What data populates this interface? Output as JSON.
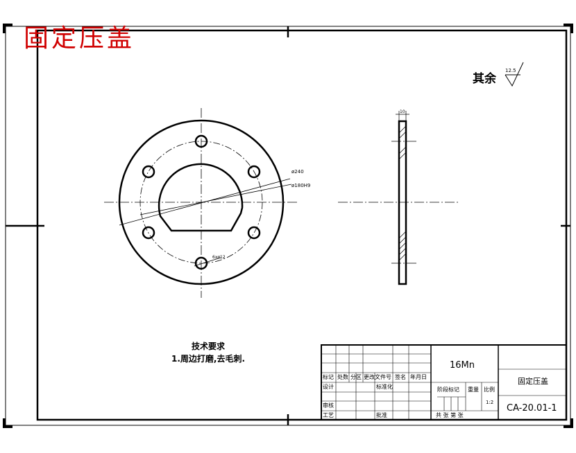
{
  "drawing": {
    "title_red": "固定压盖",
    "roughness": {
      "prefix": "其余",
      "value": "12.5"
    },
    "tech_requirements": {
      "heading": "技术要求",
      "item1": "1.周边打磨,去毛刺."
    },
    "dimensions": {
      "outer_dia": "ø240",
      "bolt_circle": "ø180H9",
      "hole": "6xø12",
      "thickness": "10"
    },
    "title_block": {
      "material": "16Mn",
      "part_name": "固定压盖",
      "drawing_no": "CA-20.01-1",
      "scale": "1:2",
      "labels": {
        "mark": "标记",
        "count": "处数",
        "zone": "分区",
        "change_doc": "更改文件号",
        "sign": "签名",
        "date": "年月日",
        "design": "设计",
        "standardize": "标准化",
        "stage_mark": "阶段标记",
        "weight": "重量",
        "ratio": "比例",
        "review": "审核",
        "process": "工艺",
        "approve": "批准",
        "sheets": "共  张 第  张"
      }
    },
    "colors": {
      "title_red": "#d00000",
      "line": "#000000"
    }
  }
}
